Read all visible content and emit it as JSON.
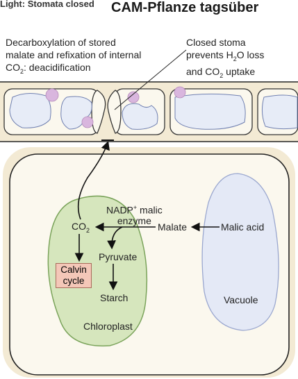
{
  "header": {
    "top_label": "Light: Stomata closed",
    "title": "CAM-Pflanze tagsüber"
  },
  "annotations": {
    "left": {
      "line1": "Decarboxylation of stored",
      "line2": "malate and refixation of internal",
      "line3_prefix": "CO",
      "line3_sub": "2",
      "line3_suffix": ": deacidification"
    },
    "right": {
      "line1": "Closed stoma",
      "line2_prefix": "prevents H",
      "line2_sub": "2",
      "line2_suffix": "O loss",
      "line3_prefix": "and CO",
      "line3_sub": "2",
      "line3_suffix": " uptake"
    }
  },
  "cell": {
    "co2": {
      "text": "CO",
      "sub": "2"
    },
    "nadp": {
      "text": "NADP",
      "sup": "+",
      "suffix": " malic",
      "line2": "enzyme"
    },
    "malate": "Malate",
    "malic_acid": "Malic acid",
    "pyruvate": "Pyruvate",
    "starch": "Starch",
    "calvin": {
      "line1": "Calvin",
      "line2": "cycle"
    },
    "chloroplast": "Chloroplast",
    "vacuole": "Vacuole"
  },
  "colors": {
    "cell_wall": "#f5eedb",
    "cell_outline": "#222222",
    "cytoplasm": "#fbf8ee",
    "chloroplast": "#d6e6bd",
    "chloroplast_border": "#7aa35a",
    "vacuole": "#e4e9f6",
    "vacuole_border": "#9aa7cf",
    "nucleus": "#d9b6de",
    "calvin_box": "#f4c7b8"
  }
}
